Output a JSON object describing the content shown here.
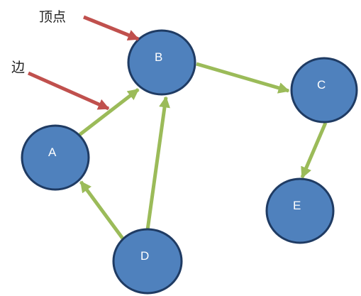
{
  "diagram": {
    "type": "directed-graph",
    "nodes": [
      {
        "id": "A",
        "label": "A"
      },
      {
        "id": "B",
        "label": "B"
      },
      {
        "id": "C",
        "label": "C"
      },
      {
        "id": "D",
        "label": "D"
      },
      {
        "id": "E",
        "label": "E"
      }
    ],
    "edges": [
      {
        "from": "A",
        "to": "B"
      },
      {
        "from": "B",
        "to": "C"
      },
      {
        "from": "C",
        "to": "E"
      },
      {
        "from": "D",
        "to": "A"
      },
      {
        "from": "D",
        "to": "B"
      }
    ],
    "annotations": [
      {
        "label": "顶点",
        "points_to": "vertex"
      },
      {
        "label": "边",
        "points_to": "edge"
      }
    ],
    "colors": {
      "node_fill": "#4f81bd",
      "node_stroke": "#1f3b63",
      "node_text": "#ffffff",
      "edge": "#9bbb59",
      "annotation_arrow": "#c0504d",
      "annotation_text": "#222222"
    }
  }
}
